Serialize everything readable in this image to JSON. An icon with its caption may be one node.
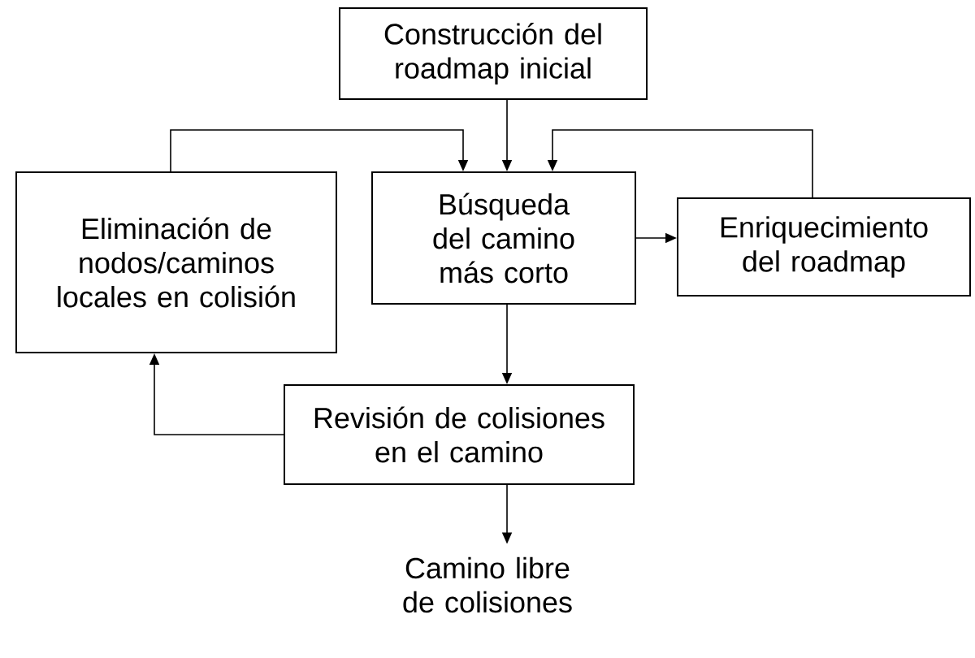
{
  "diagram": {
    "nodes": [
      {
        "text": [
          "Construcción del roadmap inicial"
        ]
      },
      {
        "text": [
          "Eliminación de nodos/caminos locales en colisión"
        ]
      },
      {
        "text": [
          "Búsqueda del camino más corto"
        ]
      },
      {
        "text": [
          "Enriquecimiento del roadmap"
        ]
      },
      {
        "text": [
          "Revisión de colisiones en el camino"
        ]
      },
      {
        "text": [
          "Camino libre de colisiones"
        ]
      }
    ],
    "edges": [
      {
        "from": 0,
        "to": 2,
        "arrow": "to"
      },
      {
        "from": 1,
        "to": 2,
        "arrow": "to"
      },
      {
        "from": 3,
        "to": 2,
        "arrow": "to"
      },
      {
        "from": 2,
        "to": 3,
        "arrow": "to"
      },
      {
        "from": 2,
        "to": 4,
        "arrow": "to"
      },
      {
        "from": 4,
        "to": 1,
        "arrow": "to"
      },
      {
        "from": 4,
        "to": 5,
        "arrow": "to"
      }
    ]
  }
}
